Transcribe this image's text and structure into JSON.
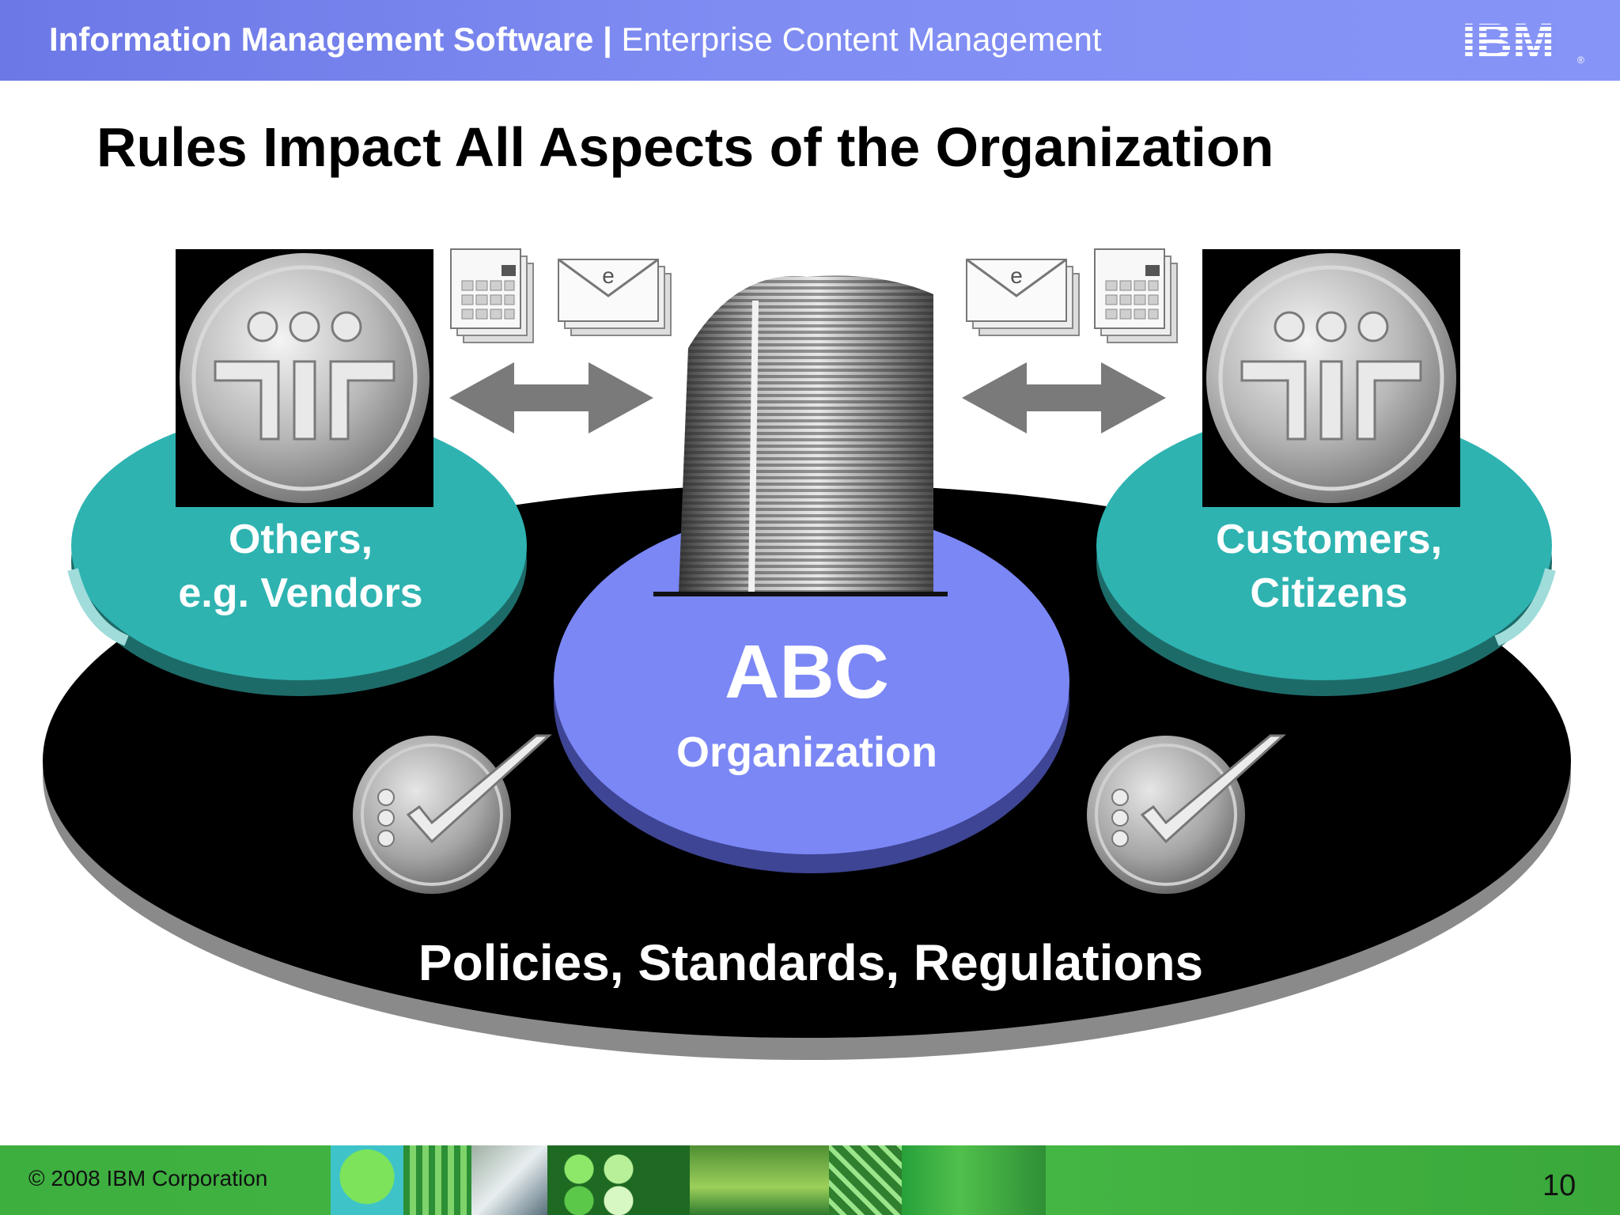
{
  "header": {
    "product": "Information Management Software",
    "separator": " | ",
    "area": "Enterprise Content Management",
    "logo": "IBM"
  },
  "slide": {
    "title": "Rules Impact All Aspects of the Organization"
  },
  "diagram": {
    "left_party": {
      "line1": "Others,",
      "line2": "e.g. Vendors",
      "icon": "people-group-icon"
    },
    "right_party": {
      "line1": "Customers,",
      "line2": "Citizens",
      "icon": "people-group-icon"
    },
    "center": {
      "name": "ABC",
      "subtitle": "Organization",
      "icon": "office-building-icon"
    },
    "base": {
      "text": "Policies, Standards, Regulations",
      "icon": "checklist-icon"
    },
    "exchange_icons": [
      "document-icon",
      "email-icon",
      "double-arrow-icon"
    ],
    "colors": {
      "teal": "#2eb3b1",
      "blue": "#7b87f5",
      "platform": "#000000"
    }
  },
  "footer": {
    "copyright": "© 2008 IBM Corporation",
    "page_number": "10"
  }
}
